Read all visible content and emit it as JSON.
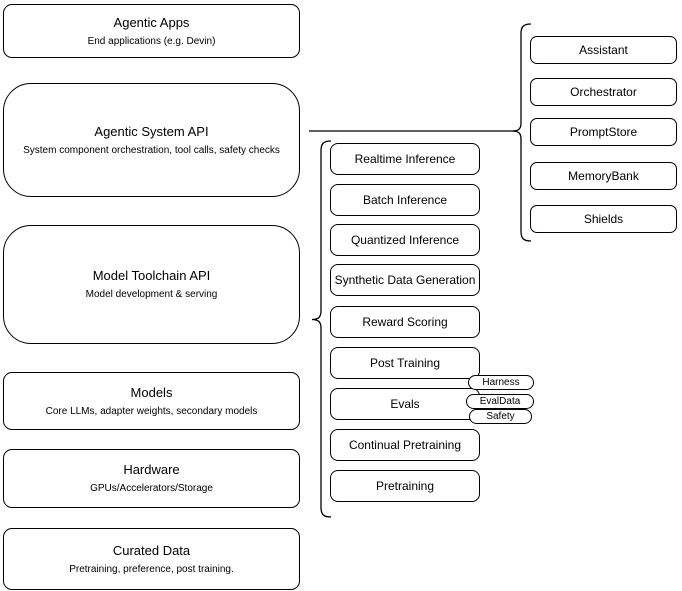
{
  "colors": {
    "stroke": "#000000",
    "box_fill": "#ffffff",
    "background": "#ffffff"
  },
  "diagram": {
    "stack": [
      {
        "title": "Agentic Apps",
        "subtitle": "End applications (e.g. Devin)"
      },
      {
        "title": "Agentic System API",
        "subtitle": "System component orchestration, tool calls, safety checks"
      },
      {
        "title": "Model Toolchain API",
        "subtitle": "Model development & serving"
      },
      {
        "title": "Models",
        "subtitle": "Core LLMs, adapter weights, secondary models"
      },
      {
        "title": "Hardware",
        "subtitle": "GPUs/Accelerators/Storage"
      },
      {
        "title": "Curated Data",
        "subtitle": "Pretraining, preference, post training."
      }
    ],
    "toolchain_capabilities": [
      "Realtime Inference",
      "Batch Inference",
      "Quantized Inference",
      "Synthetic Data Generation",
      "Reward Scoring",
      "Post Training",
      "Evals",
      "Continual Pretraining",
      "Pretraining"
    ],
    "evals_tags": [
      "Harness",
      "EvalData",
      "Safety"
    ],
    "system_components": [
      "Assistant",
      "Orchestrator",
      "PromptStore",
      "MemoryBank",
      "Shields"
    ]
  }
}
